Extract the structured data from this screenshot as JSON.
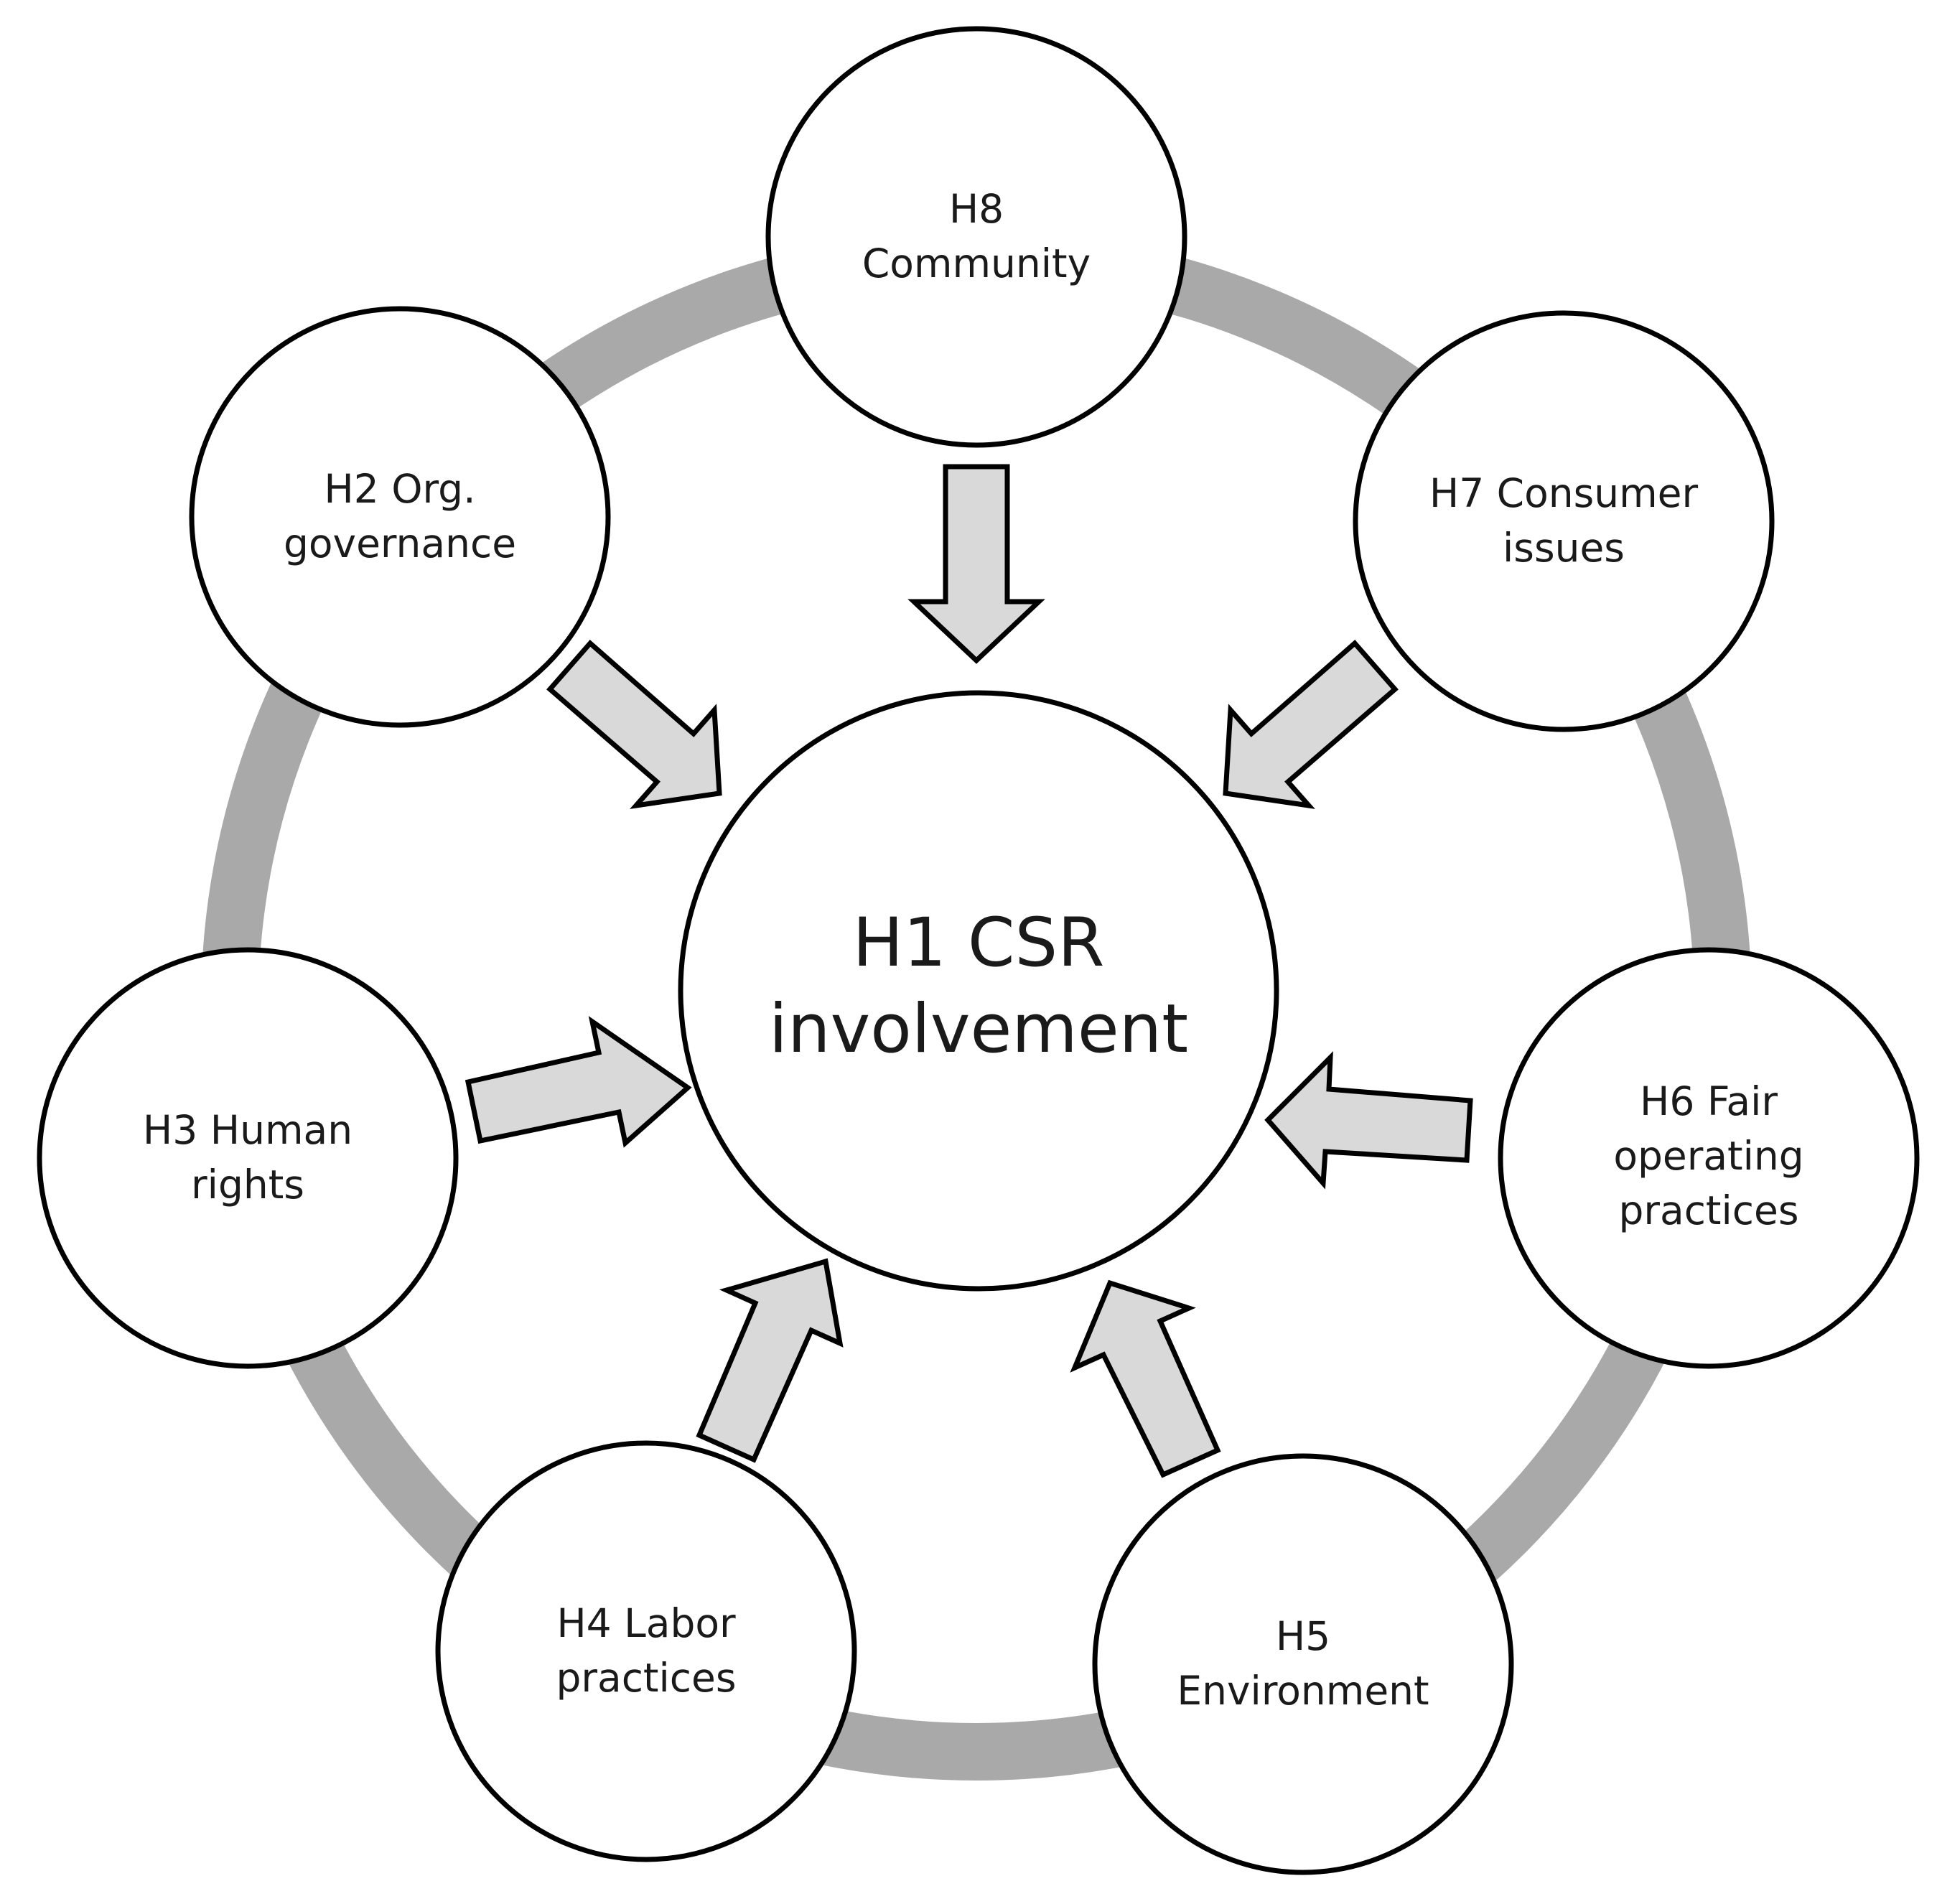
{
  "center": {
    "lines": [
      "H1 CSR",
      "involvement"
    ]
  },
  "nodes": [
    {
      "id": "h8",
      "lines": [
        "H8",
        "Community"
      ]
    },
    {
      "id": "h2",
      "lines": [
        "H2 Org.",
        "governance"
      ]
    },
    {
      "id": "h7",
      "lines": [
        "H7 Consumer",
        "issues"
      ]
    },
    {
      "id": "h3",
      "lines": [
        "H3 Human",
        "rights"
      ]
    },
    {
      "id": "h6",
      "lines": [
        "H6 Fair",
        "operating",
        "practices"
      ]
    },
    {
      "id": "h4",
      "lines": [
        "H4 Labor",
        "practices"
      ]
    },
    {
      "id": "h5",
      "lines": [
        "H5",
        "Environment"
      ]
    }
  ],
  "colors": {
    "ring": "#a9a9a9",
    "arrow_fill": "#d9d9d9",
    "stroke": "#000000",
    "circle_fill": "#ffffff"
  }
}
